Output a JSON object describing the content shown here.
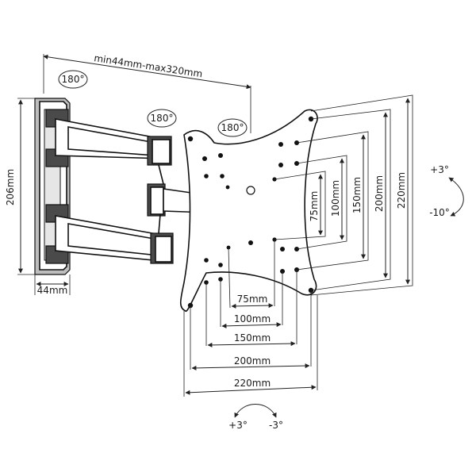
{
  "labels": {
    "arm_extension": "min44mm-max320mm",
    "rot_wall": "180°",
    "rot_mid": "180°",
    "rot_plate": "180°",
    "wall_height": "206mm",
    "wall_depth": "44mm",
    "h75": "75mm",
    "h100": "100mm",
    "h150": "150mm",
    "h200": "200mm",
    "h220": "220mm",
    "v75": "75mm",
    "v100": "100mm",
    "v150": "150mm",
    "v200": "200mm",
    "v220": "220mm",
    "tilt_up": "+3°",
    "tilt_down": "-10°",
    "swivel_plus": "+3°",
    "swivel_minus": "-3°"
  }
}
